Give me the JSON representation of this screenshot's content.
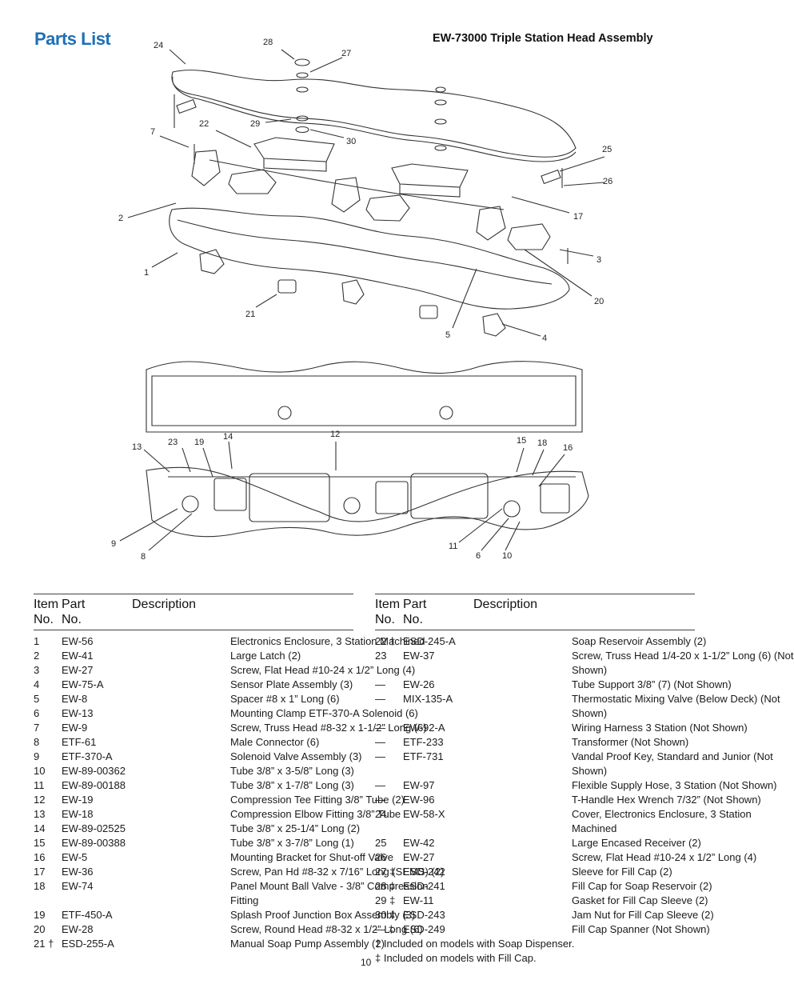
{
  "title": "Parts List",
  "subtitle": "EW-73000 Triple Station Head Assembly",
  "callouts_top": [
    "24",
    "28",
    "27",
    "7",
    "22",
    "29",
    "30",
    "25",
    "26",
    "17",
    "2",
    "3",
    "1",
    "20",
    "21",
    "5",
    "4"
  ],
  "callouts_bottom": [
    "13",
    "23",
    "19",
    "14",
    "12",
    "15",
    "18",
    "16",
    "9",
    "8",
    "11",
    "6",
    "10"
  ],
  "table_headers": {
    "item": "Item\nNo.",
    "part": "Part\nNo.",
    "description": "Description"
  },
  "left_rows": [
    {
      "item": "1",
      "part": "EW-56",
      "desc": "Electronics Enclosure, 3 Station Machined"
    },
    {
      "item": "2",
      "part": "EW-41",
      "desc": "Large Latch (2)"
    },
    {
      "item": "3",
      "part": "EW-27",
      "desc": "Screw, Flat Head #10-24 x 1/2” Long (4)"
    },
    {
      "item": "4",
      "part": "EW-75-A",
      "desc": "Sensor Plate Assembly (3)"
    },
    {
      "item": "5",
      "part": "EW-8",
      "desc": "Spacer #8 x 1” Long (6)"
    },
    {
      "item": "6",
      "part": "EW-13",
      "desc": "Mounting Clamp ETF-370-A Solenoid (6)"
    },
    {
      "item": "7",
      "part": "EW-9",
      "desc": "Screw, Truss Head #8-32 x 1-1/2” Long (6)"
    },
    {
      "item": "8",
      "part": "ETF-61",
      "desc": "Male Connector (6)"
    },
    {
      "item": "9",
      "part": "ETF-370-A",
      "desc": "Solenoid Valve Assembly (3)"
    },
    {
      "item": "10",
      "part": "EW-89-00362",
      "desc": "Tube 3/8” x 3-5/8” Long (3)"
    },
    {
      "item": "11",
      "part": "EW-89-00188",
      "desc": "Tube 3/8” x 1-7/8” Long (3)"
    },
    {
      "item": "12",
      "part": "EW-19",
      "desc": "Compression Tee Fitting 3/8” Tube (2)"
    },
    {
      "item": "13",
      "part": "EW-18",
      "desc": "Compression Elbow Fitting 3/8” Tube"
    },
    {
      "item": "14",
      "part": "EW-89-02525",
      "desc": "Tube 3/8” x 25-1/4” Long (2)"
    },
    {
      "item": "15",
      "part": "EW-89-00388",
      "desc": "Tube 3/8” x 3-7/8” Long (1)"
    },
    {
      "item": "16",
      "part": "EW-5",
      "desc": "Mounting Bracket for Shut-off Valve"
    },
    {
      "item": "17",
      "part": "EW-36",
      "desc": "Screw, Pan Hd #8-32 x 7/16” Long (SEMS) (2)"
    },
    {
      "item": "18",
      "part": "EW-74",
      "desc": "Panel Mount Ball Valve - 3/8” Compression Fitting"
    },
    {
      "item": "19",
      "part": "ETF-450-A",
      "desc": "Splash Proof Junction Box Assembly (3)"
    },
    {
      "item": "20",
      "part": "EW-28",
      "desc": "Screw, Round Head #8-32 x 1/2” Long (6)"
    },
    {
      "item": "21 †",
      "part": "ESD-255-A",
      "desc": "Manual Soap Pump Assembly (2)"
    }
  ],
  "right_rows": [
    {
      "item": "22 †",
      "part": "ESD-245-A",
      "desc": "Soap Reservoir Assembly (2)"
    },
    {
      "item": "23",
      "part": "EW-37",
      "desc": "Screw, Truss Head 1/4-20 x 1-1/2” Long (6) (Not Shown)"
    },
    {
      "item": "—",
      "part": "EW-26",
      "desc": "Tube Support 3/8” (7) (Not Shown)"
    },
    {
      "item": "—",
      "part": "MIX-135-A",
      "desc": "Thermostatic Mixing Valve (Below Deck) (Not Shown)"
    },
    {
      "item": "—",
      "part": "EW-92-A",
      "desc": "Wiring Harness 3 Station (Not Shown)"
    },
    {
      "item": "—",
      "part": "ETF-233",
      "desc": "Transformer (Not Shown)"
    },
    {
      "item": "—",
      "part": "ETF-731",
      "desc": "Vandal Proof Key, Standard and Junior (Not Shown)"
    },
    {
      "item": "—",
      "part": "EW-97",
      "desc": "Flexible Supply Hose, 3 Station (Not Shown)"
    },
    {
      "item": "—",
      "part": "EW-96",
      "desc": "T-Handle Hex Wrench 7/32” (Not Shown)"
    },
    {
      "item": "24",
      "part": "EW-58-X",
      "desc": "Cover, Electronics Enclosure, 3 Station Machined"
    },
    {
      "item": "25",
      "part": "EW-42",
      "desc": "Large Encased Receiver (2)"
    },
    {
      "item": "26",
      "part": "EW-27",
      "desc": "Screw, Flat Head #10-24 x 1/2” Long (4)"
    },
    {
      "item": "27 ‡",
      "part": "ESD-242",
      "desc": "Sleeve for Fill Cap (2)"
    },
    {
      "item": "28 ‡",
      "part": "ESD-241",
      "desc": "Fill Cap for Soap Reservoir (2)"
    },
    {
      "item": "29 ‡",
      "part": "EW-11",
      "desc": "Gasket for Fill Cap Sleeve (2)"
    },
    {
      "item": "30 ‡",
      "part": "ESD-243",
      "desc": "Jam Nut for Fill Cap Sleeve (2)"
    },
    {
      "item": "— ‡",
      "part": "ESD-249",
      "desc": "Fill Cap Spanner (Not Shown)"
    }
  ],
  "notes": [
    "† Included on models with Soap Dispenser.",
    "‡ Included on models with Fill Cap."
  ],
  "page_number": "10"
}
